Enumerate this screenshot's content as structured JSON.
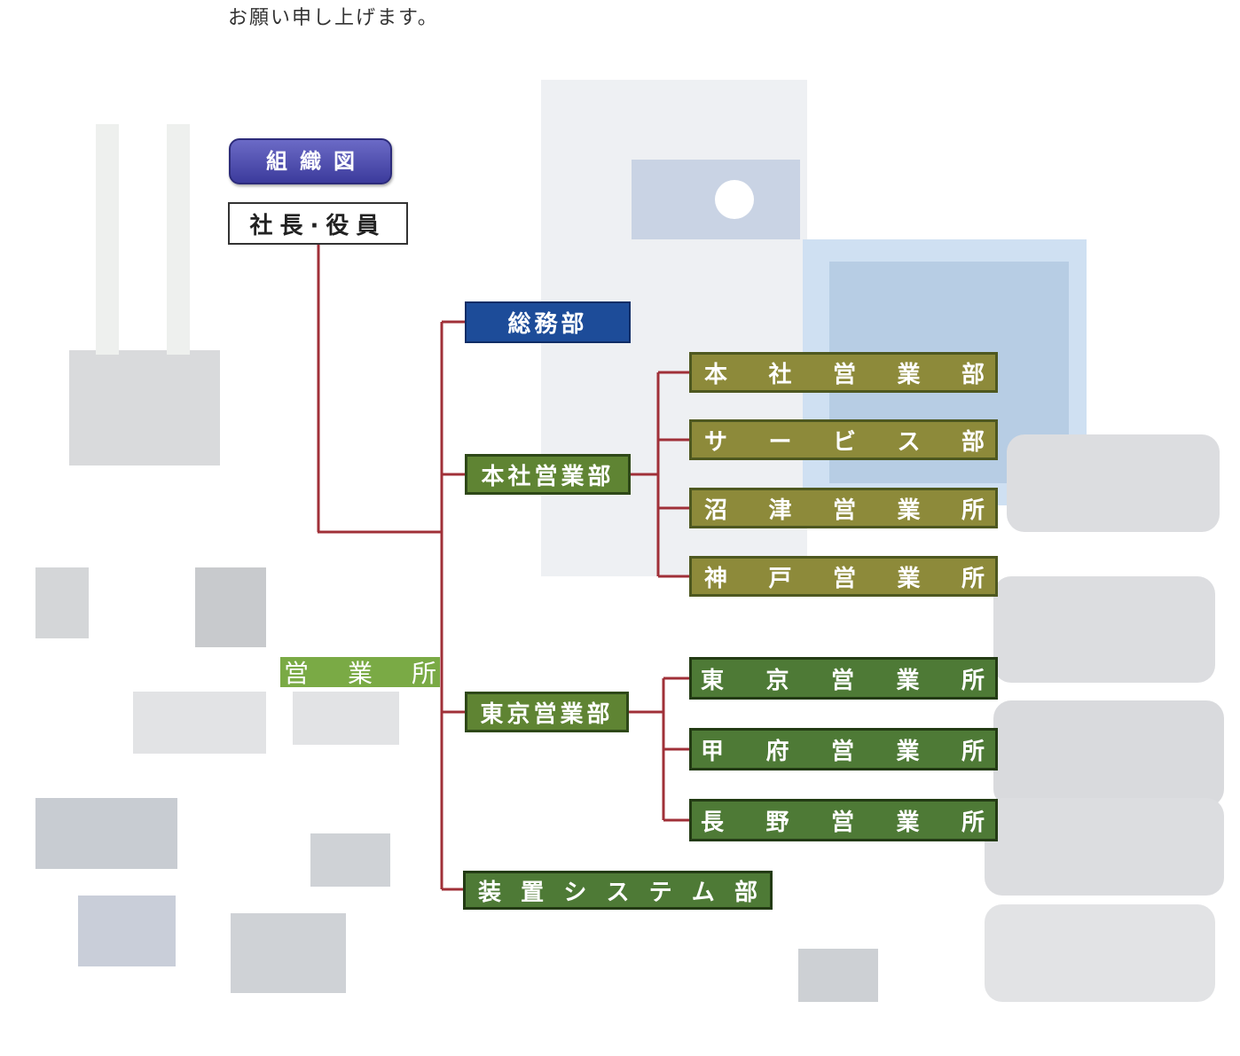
{
  "intro_text": "お願い申し上げます。",
  "badge_label": "組織図",
  "top_node": "社長·役員",
  "general_affairs": "総務部",
  "label_eigyosho": [
    "営",
    "業",
    "所"
  ],
  "honsha_dept": "本社営業部",
  "tokyo_dept": "東京営業部",
  "system_dept": [
    "装",
    "置",
    "シ",
    "ス",
    "テ",
    "ム",
    "部"
  ],
  "honsha_children": [
    [
      "本",
      "社",
      "営",
      "業",
      "部"
    ],
    [
      "サ",
      "ー",
      "ビ",
      "ス",
      "部"
    ],
    [
      "沼",
      "津",
      "営",
      "業",
      "所"
    ],
    [
      "神",
      "戸",
      "営",
      "業",
      "所"
    ]
  ],
  "tokyo_children": [
    [
      "東",
      "京",
      "営",
      "業",
      "所"
    ],
    [
      "甲",
      "府",
      "営",
      "業",
      "所"
    ],
    [
      "長",
      "野",
      "営",
      "業",
      "所"
    ]
  ],
  "colors": {
    "connector": "#a03038",
    "general_affairs": "#1d4c99",
    "olive": "#8d8a3a",
    "green": "#4e7a36",
    "badge": "#4a49ae"
  }
}
